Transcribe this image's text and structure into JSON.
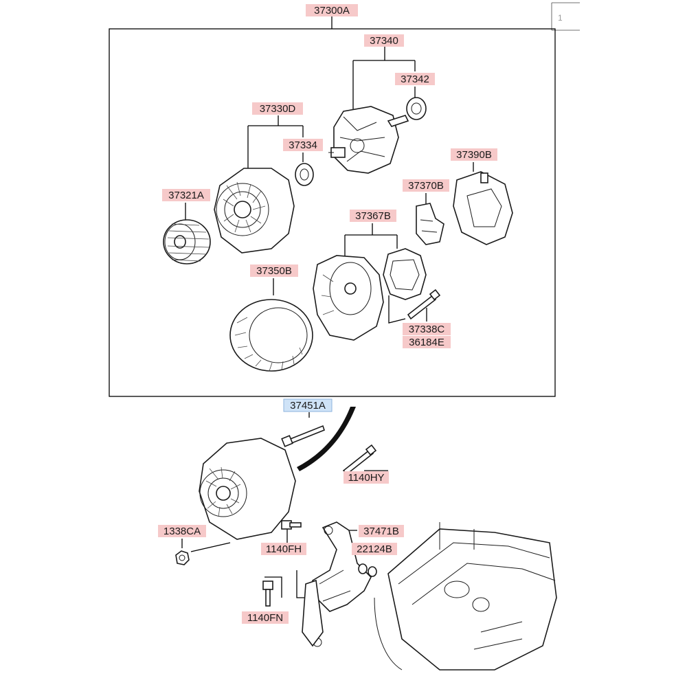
{
  "labels": {
    "assembly": "37300A",
    "rotor": "37340",
    "rotor_bearing": "37342",
    "front_bracket": "37330D",
    "front_bearing": "37334",
    "pulley": "37321A",
    "rear_cover": "37390B",
    "regulator": "37370B",
    "stator": "37350B",
    "rectifier": "37367B",
    "bolt_a": "37338C",
    "bolt_b": "36184E",
    "mount_bolt_long": "37451A",
    "bolt_1140hy": "1140HY",
    "nut_1338ca": "1338CA",
    "bolt_1140fh": "1140FH",
    "bracket": "37471B",
    "bushing": "22124B",
    "bolt_1140fn": "1140FN"
  },
  "corner_mark": "1"
}
